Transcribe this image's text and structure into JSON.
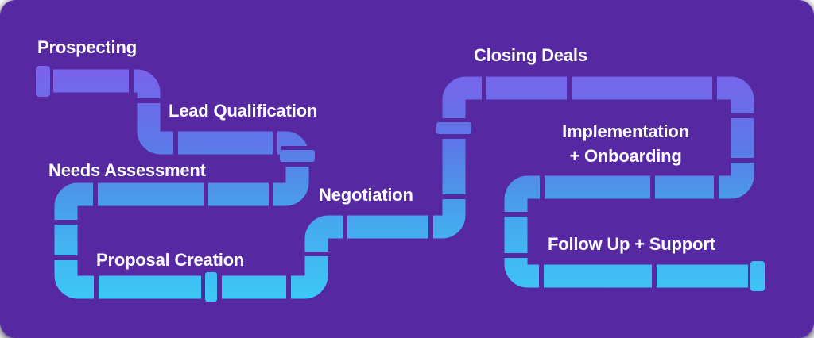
{
  "title": "Sales Pipeline Stages Diagram",
  "theme": {
    "page_bg": "#FFFFFF",
    "card_bg": "#5628A2",
    "label_color": "#FFFFFF",
    "pipe_gradient_top": "#7B62EA",
    "pipe_gradient_upper_mid": "#5C78E8",
    "pipe_gradient_mid": "#4C97EA",
    "pipe_gradient_lower_mid": "#45ABEF",
    "pipe_gradient_bottom": "#3CC9F6"
  },
  "stages": [
    {
      "id": "prospecting",
      "order": 1,
      "label": "Prospecting"
    },
    {
      "id": "lead-qualification",
      "order": 2,
      "label": "Lead Qualification"
    },
    {
      "id": "needs-assessment",
      "order": 3,
      "label": "Needs Assessment"
    },
    {
      "id": "proposal-creation",
      "order": 4,
      "label": "Proposal Creation"
    },
    {
      "id": "negotiation",
      "order": 5,
      "label": "Negotiation"
    },
    {
      "id": "closing-deals",
      "order": 6,
      "label": "Closing Deals"
    },
    {
      "id": "implementation-onboarding",
      "order": 7,
      "label": "Implementation\n+ Onboarding"
    },
    {
      "id": "follow-up-support",
      "order": 8,
      "label": "Follow Up + Support"
    }
  ]
}
